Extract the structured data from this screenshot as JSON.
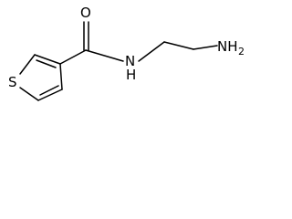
{
  "molecule": {
    "atoms": {
      "sulfur": "S",
      "oxygen": "O",
      "amide_nitrogen": "N",
      "amide_hydrogen": "H",
      "amine": "NH",
      "amine_subscript": "2"
    }
  },
  "colors": {
    "bond": "#000000",
    "label": "#000000",
    "background": "#ffffff"
  }
}
